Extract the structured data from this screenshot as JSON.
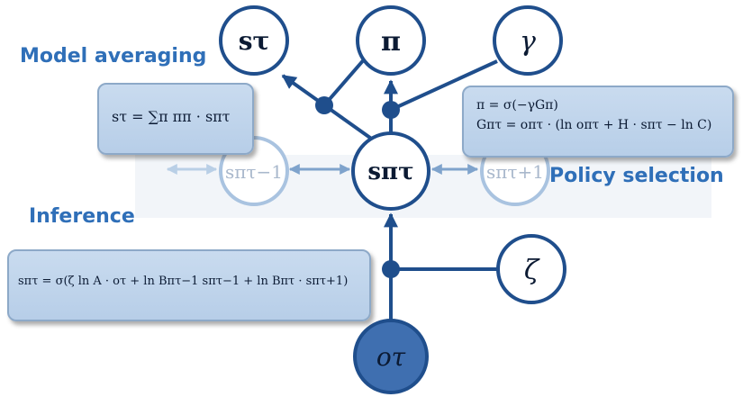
{
  "sections": {
    "model_averaging": "Model averaging",
    "inference": "Inference",
    "policy_selection": "Policy selection"
  },
  "nodes": {
    "s_tau": "sτ",
    "pi": "π",
    "gamma": "γ",
    "s_pi_tau": "sπτ",
    "s_pi_tau_prev": "sπτ−1",
    "s_pi_tau_next": "sπτ+1",
    "zeta": "ζ",
    "o_tau": "oτ"
  },
  "equations": {
    "model_averaging": "sτ = ∑π ππ · sπτ",
    "policy_pi": "π = σ(−γGπ)",
    "policy_G": "Gπτ = oπτ · (ln oπτ + H · sπτ − ln C)",
    "inference": "sπτ = σ(ζ ln A · oτ + ln Bπτ−1 sπτ−1 + ln Bπτ · sπτ+1)"
  },
  "colors": {
    "primary": "#1f4e8c",
    "faded": "#9dbadb",
    "accent_text": "#2f6fb8",
    "box_fill": "#c2d6ec",
    "observed_fill": "#3f6fb0"
  }
}
